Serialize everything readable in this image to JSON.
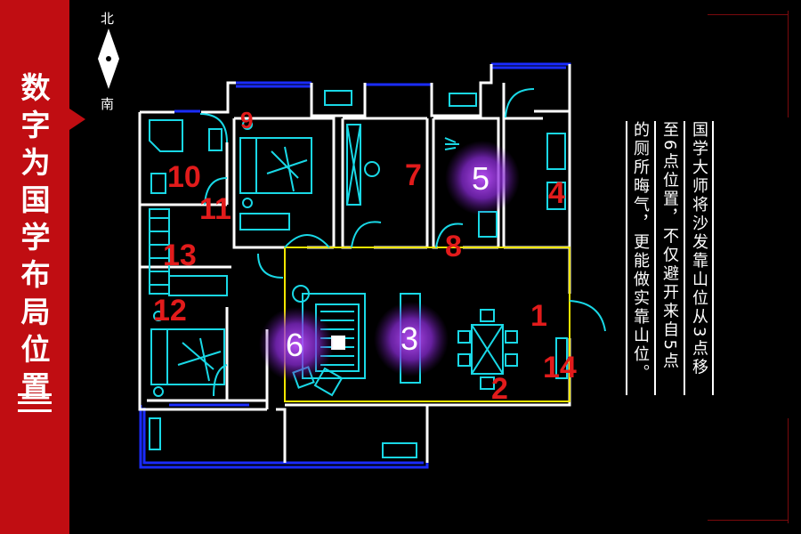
{
  "sidebar": {
    "title": "数字为国学布局位置",
    "accent_color": "#c00d12"
  },
  "compass": {
    "north": "北",
    "south": "南",
    "icon": "compass-needle-icon"
  },
  "note": {
    "line1": "国学大师将沙发靠山位从3点移",
    "line2": "至6点位置，不仅避开来自5点",
    "line3": "的厕所晦气，更能做实靠山位。"
  },
  "positions": {
    "p1": "1",
    "p2": "2",
    "p3": "3",
    "p4": "4",
    "p5": "5",
    "p6": "6",
    "p7": "7",
    "p8": "8",
    "p9": "9",
    "p10": "10",
    "p11": "11",
    "p12": "12",
    "p13": "13",
    "p14": "14"
  },
  "colors": {
    "wall": "#ffffff",
    "window": "#1a2cff",
    "furniture": "#19d8e6",
    "living_outline": "#f2e600",
    "marker": "#e21b1b",
    "glow": "#9b36d6"
  }
}
